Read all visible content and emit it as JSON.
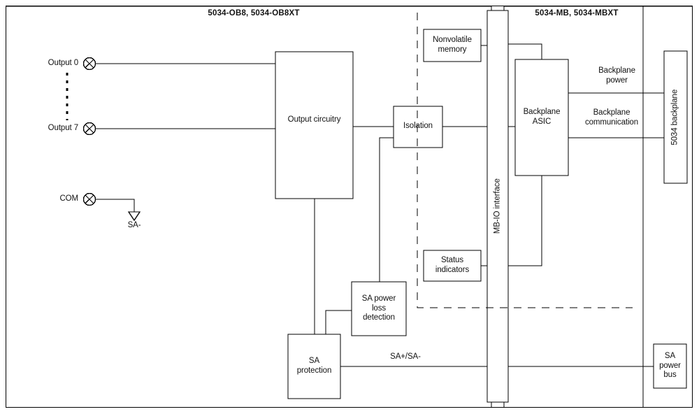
{
  "diagram": {
    "kind": "block-diagram",
    "frame": {
      "name": "outer-border"
    },
    "titles": [
      {
        "id": "left-module",
        "text": "5034-OB8, 5034-OB8XT"
      },
      {
        "id": "right-module",
        "text": "5034-MB, 5034-MBXT"
      }
    ],
    "terminals": [
      {
        "id": "output-0",
        "label": "Output 0",
        "symbol": "screw-terminal"
      },
      {
        "id": "output-7",
        "label": "Output 7",
        "symbol": "screw-terminal"
      },
      {
        "id": "com",
        "label": "COM",
        "symbol": "screw-terminal"
      }
    ],
    "ellipsis": {
      "id": "terminal-ellipsis",
      "style": "vertical-dotted"
    },
    "ground": {
      "id": "sa-minus-ground",
      "label": "SA-",
      "symbol": "triangle-reference"
    },
    "blocks": [
      {
        "id": "output-circuitry",
        "label": "Output circuitry",
        "orientation": "horizontal"
      },
      {
        "id": "isolation",
        "label": "Isolation",
        "orientation": "horizontal"
      },
      {
        "id": "nonvolatile-memory",
        "label": "Nonvolatile\nmemory",
        "orientation": "horizontal"
      },
      {
        "id": "status-indicators",
        "label": "Status\nindicators",
        "orientation": "horizontal"
      },
      {
        "id": "mb-io-interface",
        "label": "MB-IO interface",
        "orientation": "vertical"
      },
      {
        "id": "backplane-asic",
        "label": "Backplane\nASIC",
        "orientation": "horizontal"
      },
      {
        "id": "backplane-5034",
        "label": "5034 backplane",
        "orientation": "vertical"
      },
      {
        "id": "sa-power-loss-detection",
        "label": "SA power\nloss\ndetection",
        "orientation": "horizontal"
      },
      {
        "id": "sa-protection",
        "label": "SA\nprotection",
        "orientation": "horizontal"
      },
      {
        "id": "sa-power-bus",
        "label": "SA\npower\nbus",
        "orientation": "horizontal"
      }
    ],
    "signal_labels": [
      {
        "id": "backplane-power",
        "text": "Backplane\npower"
      },
      {
        "id": "backplane-communication",
        "text": "Backplane\ncommunication"
      },
      {
        "id": "sa-plus-minus",
        "text": "SA+/SA-"
      }
    ],
    "isolation_boundary": {
      "id": "isolation-boundary",
      "style": "dashed"
    },
    "colors": {
      "line": "#000000",
      "text": "#121212",
      "background": "#ffffff"
    }
  }
}
